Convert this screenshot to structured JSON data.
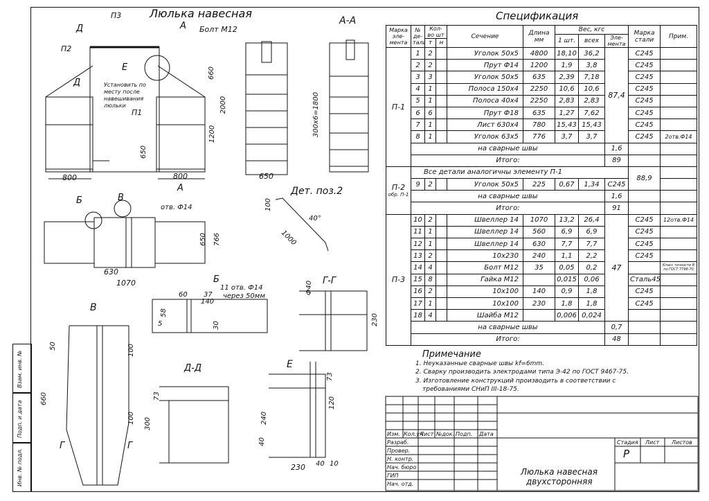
{
  "drawing": {
    "main_title": "Люлька навесная",
    "views": {
      "section_aa": "А-А",
      "detail_title": "Дет. поз.2",
      "view_b": "Б",
      "view_v": "В",
      "view_v_small": "В",
      "view_dd": "Д-Д",
      "view_gg": "Г-Г",
      "view_e": "Е"
    },
    "labels": {
      "bolt": "Болт М12",
      "install_note_1": "Установить по",
      "install_note_2": "месту после",
      "install_note_3": "навешивания",
      "install_note_4": "люльки",
      "hole_note": "отв. Ф14",
      "holes_note_1": "11 отв. Ф14",
      "holes_note_2": "через 50мм",
      "p1": "П1",
      "p2": "П2",
      "p3": "П3",
      "letter_d": "Д",
      "letter_a": "А",
      "letter_e": "Е",
      "letter_b": "Б",
      "letter_v": "В",
      "letter_g": "Г"
    },
    "dims": {
      "d800a": "800",
      "d800b": "800",
      "d660": "660",
      "d2000": "2000",
      "d1200": "1200",
      "d650a": "650",
      "d650b": "650",
      "d300x6": "300х6=1800",
      "d630": "630",
      "d1070": "1070",
      "d766": "766",
      "d650c": "650",
      "d100": "100",
      "d1000": "1000",
      "d40": "40°",
      "d60": "60",
      "d37": "37",
      "d140": "140",
      "d58": "58",
      "d5": "5",
      "d30": "30",
      "d40b": "Ф40",
      "d230": "230",
      "d50": "50",
      "d660b": "660",
      "d100b": "100",
      "d100c": "100",
      "d73": "73",
      "d300": "300",
      "d73b": "73",
      "d120": "120",
      "d240": "240",
      "d40c": "40",
      "d230b": "230",
      "d40d": "40",
      "d10": "10"
    }
  },
  "spec": {
    "title": "Спецификация",
    "headers": {
      "mark": "Марка эле- мента",
      "pos": "№ де- тали",
      "qty": "Кол-во шт",
      "qty_t": "т",
      "qty_n": "н",
      "section": "Сечение",
      "length": "Длина мм",
      "weight": "Вес, кгс",
      "w_one": "1 шт.",
      "w_all": "всех",
      "w_elem": "Эле- мента",
      "steel": "Марка стали",
      "note": "Прим."
    },
    "groups": [
      {
        "mark": "П-1",
        "elem_weight": "87,4",
        "rows": [
          {
            "pos": "1",
            "qty": "2",
            "section": "Уголок 50х5",
            "len": "4800",
            "one": "18,10",
            "all": "36,2",
            "steel": "С245",
            "note": ""
          },
          {
            "pos": "2",
            "qty": "2",
            "section": "Прут Ф14",
            "len": "1200",
            "one": "1,9",
            "all": "3,8",
            "steel": "С245",
            "note": ""
          },
          {
            "pos": "3",
            "qty": "3",
            "section": "Уголок 50х5",
            "len": "635",
            "one": "2,39",
            "all": "7,18",
            "steel": "С245",
            "note": ""
          },
          {
            "pos": "4",
            "qty": "1",
            "section": "Полоса 150х4",
            "len": "2250",
            "one": "10,6",
            "all": "10,6",
            "steel": "С245",
            "note": ""
          },
          {
            "pos": "5",
            "qty": "1",
            "section": "Полоса 40х4",
            "len": "2250",
            "one": "2,83",
            "all": "2,83",
            "steel": "С245",
            "note": ""
          },
          {
            "pos": "6",
            "qty": "6",
            "section": "Прут Ф18",
            "len": "635",
            "one": "1,27",
            "all": "7,62",
            "steel": "С245",
            "note": ""
          },
          {
            "pos": "7",
            "qty": "1",
            "section": "Лист 630х4",
            "len": "780",
            "one": "15,43",
            "all": "15,43",
            "steel": "С245",
            "note": ""
          },
          {
            "pos": "8",
            "qty": "1",
            "section": "Уголок 63х5",
            "len": "776",
            "one": "3,7",
            "all": "3,7",
            "steel": "С245",
            "note": "2отв.Ф14"
          }
        ],
        "welds_label": "на сварные швы",
        "welds": "1,6",
        "total_label": "Итого:",
        "total": "89"
      },
      {
        "mark": "П-2",
        "mark_sub": "обр. П-1",
        "all_like": "Все детали аналогичны элементу П-1",
        "elem_weight": "88,9",
        "rows": [
          {
            "pos": "9",
            "qty": "2",
            "section": "Уголок 50х5",
            "len": "225",
            "one": "0,67",
            "all": "1,34",
            "steel": "С245",
            "note": ""
          }
        ],
        "welds_label": "на сварные швы",
        "welds": "1,6",
        "total_label": "Итого:",
        "total": "91"
      },
      {
        "mark": "П-3",
        "elem_weight": "47",
        "rows": [
          {
            "pos": "10",
            "qty": "2",
            "section": "Швеллер 14",
            "len": "1070",
            "one": "13,2",
            "all": "26,4",
            "steel": "С245",
            "note": "12отв.Ф14"
          },
          {
            "pos": "11",
            "qty": "1",
            "section": "Швеллер 14",
            "len": "560",
            "one": "6,9",
            "all": "6,9",
            "steel": "С245",
            "note": ""
          },
          {
            "pos": "12",
            "qty": "1",
            "section": "Швеллер 14",
            "len": "630",
            "one": "7,7",
            "all": "7,7",
            "steel": "С245",
            "note": ""
          },
          {
            "pos": "13",
            "qty": "2",
            "section": "10х230",
            "len": "240",
            "one": "1,1",
            "all": "2,2",
            "steel": "С245",
            "note": ""
          },
          {
            "pos": "14",
            "qty": "4",
            "section": "Болт М12",
            "len": "35",
            "one": "0,05",
            "all": "0,2",
            "steel": "",
            "note": "Класс точности В по ГОСТ 7798-70"
          },
          {
            "pos": "15",
            "qty": "8",
            "section": "Гайка М12",
            "len": "",
            "one": "0,015",
            "all": "0,06",
            "steel": "Сталь45",
            "note": ""
          },
          {
            "pos": "16",
            "qty": "2",
            "section": "10х100",
            "len": "140",
            "one": "0,9",
            "all": "1,8",
            "steel": "С245",
            "note": ""
          },
          {
            "pos": "17",
            "qty": "1",
            "section": "10х100",
            "len": "230",
            "one": "1,8",
            "all": "1,8",
            "steel": "С245",
            "note": ""
          },
          {
            "pos": "18",
            "qty": "4",
            "section": "Шайба М12",
            "len": "",
            "one": "0,006",
            "all": "0,024",
            "steel": "",
            "note": ""
          }
        ],
        "welds_label": "на сварные швы",
        "welds": "0,7",
        "total_label": "Итого:",
        "total": "48"
      }
    ]
  },
  "notes": {
    "title": "Примечание",
    "items": [
      "1. Неуказанные сварные швы kf=6mm.",
      "2. Сварку производить электродами типа Э-42 по ГОСТ 9467-75.",
      "3. Изготовление конструкций производить в соответствии с",
      "требованиями СНиП III-18-75."
    ]
  },
  "title_block": {
    "cols": [
      "Изм.",
      "Кол.уч",
      "Лист",
      "№док.",
      "Подп.",
      "Дата"
    ],
    "roles": [
      "Разраб.",
      "Провер.",
      "Н. контр.",
      "Нач. бюро",
      "ГИП",
      "Нач. отд."
    ],
    "stage_h": "Стадия",
    "sheet_h": "Лист",
    "sheets_h": "Листов",
    "stage": "Р",
    "name_1": "Люлька навесная",
    "name_2": "двухсторонняя"
  },
  "side_stamp": {
    "inv_orig": "Инв. № подл.",
    "sign_date": "Подп. и дата",
    "inv_copy": "Взам. инв. №"
  }
}
